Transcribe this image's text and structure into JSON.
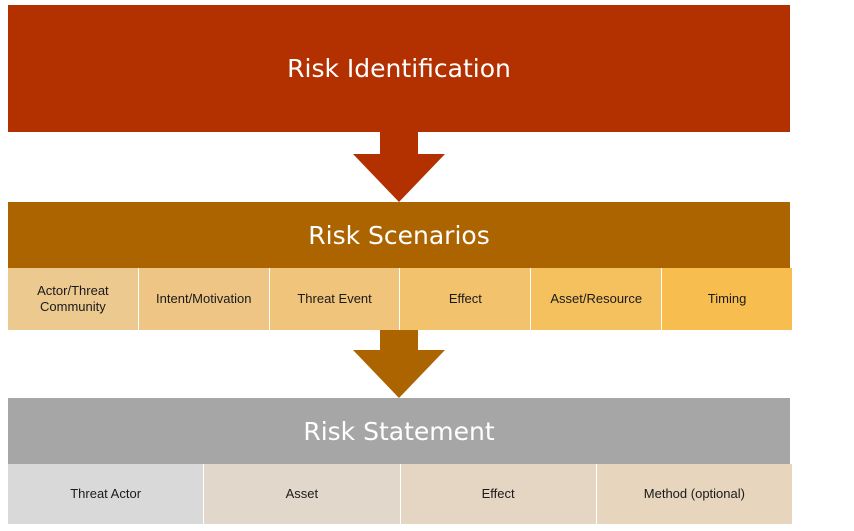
{
  "steps": {
    "identification": {
      "title": "Risk Identification",
      "color": "#b33000"
    },
    "scenarios": {
      "title": "Risk Scenarios",
      "color": "#ac6400",
      "items": [
        {
          "label": "Actor/Threat\nCommunity",
          "color": "#ecc98f"
        },
        {
          "label": "Intent/Motivation",
          "color": "#eec585"
        },
        {
          "label": "Threat Event",
          "color": "#f0c47a"
        },
        {
          "label": "Effect",
          "color": "#f3c26c"
        },
        {
          "label": "Asset/Resource",
          "color": "#f5c05e"
        },
        {
          "label": "Timing",
          "color": "#f8bd4f"
        }
      ]
    },
    "statement": {
      "title": "Risk Statement",
      "color": "#a6a6a6",
      "items": [
        {
          "label": "Threat Actor",
          "color": "#d9d9d9"
        },
        {
          "label": "Asset",
          "color": "#e1d7cb"
        },
        {
          "label": "Effect",
          "color": "#e4d6c3"
        },
        {
          "label": "Method (optional)",
          "color": "#e7d5bd"
        }
      ]
    }
  },
  "arrows": [
    {
      "color": "#b33000"
    },
    {
      "color": "#ac6400"
    }
  ]
}
